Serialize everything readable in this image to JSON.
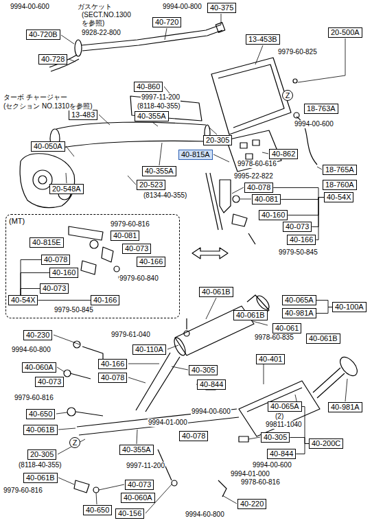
{
  "diagram": {
    "nodes": [
      {
        "text": [
          "40-375"
        ]
      },
      {
        "text": [
          "40-720"
        ]
      },
      {
        "text": [
          "20-500A"
        ]
      },
      {
        "text": [
          "40-720B"
        ]
      },
      {
        "text": [
          "13-453B"
        ]
      },
      {
        "text": [
          "40-728"
        ]
      },
      {
        "text": [
          "40-860"
        ]
      },
      {
        "text": [
          "Z"
        ]
      },
      {
        "text": [
          "18-763A"
        ]
      },
      {
        "text": [
          "13-483"
        ]
      },
      {
        "text": [
          "40-355A"
        ]
      },
      {
        "text": [
          "20-305"
        ]
      },
      {
        "text": [
          "40-050A"
        ]
      },
      {
        "text": [
          "40-815A"
        ]
      },
      {
        "text": [
          "40-862"
        ]
      },
      {
        "text": [
          "18-765A"
        ]
      },
      {
        "text": [
          "40-355A"
        ]
      },
      {
        "text": [
          "20-523"
        ]
      },
      {
        "text": [
          "20-548A"
        ]
      },
      {
        "text": [
          "40-078"
        ]
      },
      {
        "text": [
          "18-760A"
        ]
      },
      {
        "text": [
          "40-081"
        ]
      },
      {
        "text": [
          "40-54X"
        ]
      },
      {
        "text": [
          "40-160"
        ]
      },
      {
        "text": [
          "40-073"
        ]
      },
      {
        "text": [
          "40-166"
        ]
      },
      {
        "text": [
          "(MT)"
        ]
      },
      {
        "text": [
          "40-815E"
        ],
        "in": 26
      },
      {
        "text": [
          "40-081"
        ],
        "in": 26
      },
      {
        "text": [
          "40-078"
        ],
        "in": 26
      },
      {
        "text": [
          "40-073"
        ],
        "in": 26
      },
      {
        "text": [
          "40-166"
        ],
        "in": 26
      },
      {
        "text": [
          "40-160"
        ],
        "in": 26
      },
      {
        "text": [
          "40-073"
        ],
        "in": 26
      },
      {
        "text": [
          "40-54X"
        ],
        "in": 26
      },
      {
        "text": [
          "40-166"
        ],
        "in": 26
      },
      {
        "text": [
          "40-061B"
        ]
      },
      {
        "text": [
          "40-065A"
        ]
      },
      {
        "text": [
          "40-981A"
        ]
      },
      {
        "text": [
          "40-100A"
        ]
      },
      {
        "text": [
          "40-061B"
        ]
      },
      {
        "text": [
          "40-061"
        ]
      },
      {
        "text": [
          "40-230"
        ]
      },
      {
        "text": [
          "40-061B"
        ]
      },
      {
        "text": [
          "40-110A"
        ]
      },
      {
        "text": [
          "40-060A"
        ]
      },
      {
        "text": [
          "40-166"
        ]
      },
      {
        "text": [
          "40-401"
        ]
      },
      {
        "text": [
          "40-073"
        ]
      },
      {
        "text": [
          "40-078"
        ]
      },
      {
        "text": [
          "40-305"
        ]
      },
      {
        "text": [
          "40-844"
        ]
      },
      {
        "text": [
          "40-981A"
        ]
      },
      {
        "text": [
          "40-065A"
        ]
      },
      {
        "text": [
          "40-650"
        ]
      },
      {
        "text": [
          "40-061B"
        ]
      },
      {
        "text": [
          "40-078"
        ]
      },
      {
        "text": [
          "Z"
        ]
      },
      {
        "text": [
          "40-305"
        ]
      },
      {
        "text": [
          "40-200C"
        ]
      },
      {
        "text": [
          "20-305"
        ]
      },
      {
        "text": [
          "40-355A"
        ]
      },
      {
        "text": [
          "40-844"
        ]
      },
      {
        "text": [
          "40-061B"
        ]
      },
      {
        "text": [
          "40-073"
        ]
      },
      {
        "text": [
          "40-060A"
        ]
      },
      {
        "text": [
          "40-220"
        ]
      },
      {
        "text": [
          "40-650"
        ]
      },
      {
        "text": [
          "40-156"
        ]
      }
    ],
    "edges": [
      {
        "from": 22,
        "to": 19,
        "arrow": "none"
      },
      {
        "from": 22,
        "to": 21,
        "arrow": "none"
      },
      {
        "from": 22,
        "to": 23,
        "arrow": "none"
      },
      {
        "from": 22,
        "to": 24,
        "arrow": "none"
      },
      {
        "from": 22,
        "to": 25,
        "arrow": "none"
      },
      {
        "from": 34,
        "to": 29,
        "arrow": "none"
      },
      {
        "from": 34,
        "to": 32,
        "arrow": "none"
      },
      {
        "from": 34,
        "to": 33,
        "arrow": "none"
      },
      {
        "from": 34,
        "to": 35,
        "arrow": "none"
      },
      {
        "from": 39,
        "to": 37,
        "arrow": "none"
      },
      {
        "from": 39,
        "to": 38,
        "arrow": "none"
      },
      {
        "from": 59,
        "to": 53,
        "arrow": "none"
      },
      {
        "from": 59,
        "to": 58,
        "arrow": "none"
      },
      {
        "from": 59,
        "to": 62,
        "arrow": "none"
      }
    ],
    "labels": [
      "9994-00-600",
      "ガスケット",
      "(SECT.NO.1300 を参照)",
      "9994-00-800",
      "9928-22-800",
      "9979-60-825",
      "ターボ チャージャー",
      "(セクション NO.1310を参照)",
      "9997-11-200",
      "(8118-40-355)",
      "9994-00-600",
      "9978-60-616",
      "9995-22-822",
      "(8134-40-355)",
      "9979-60-816",
      "9979-60-840",
      "9979-50-845",
      "9979-50-845",
      "9979-61-040",
      "9978-60-835",
      "9994-60-800",
      "9979-60-816",
      "9994-00-600",
      "(2)",
      "99811-1040",
      "9994-01-000",
      "(8118-40-355)",
      "9997-11-200",
      "9994-00-600",
      "9994-01-000",
      "9978-60-816",
      "9979-60-816",
      "9994-60-800"
    ]
  }
}
